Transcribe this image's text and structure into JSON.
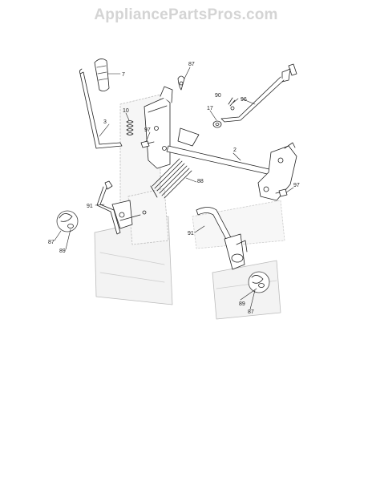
{
  "header": {
    "watermark": "AppliancePartsPros.com"
  },
  "callouts": {
    "c7": "7",
    "c87a": "87",
    "c90": "90",
    "c96": "96",
    "c17": "17",
    "c10": "10",
    "c3": "3",
    "c97a": "97",
    "c2": "2",
    "c88": "88",
    "c97b": "97",
    "c91a": "91",
    "c87b": "87",
    "c89a": "89",
    "c91b": "91",
    "c89b": "89",
    "c87c": "87"
  },
  "colors": {
    "ink": "#222222",
    "shade": "#f2f2f2",
    "watermark": "#d4d4d4"
  }
}
